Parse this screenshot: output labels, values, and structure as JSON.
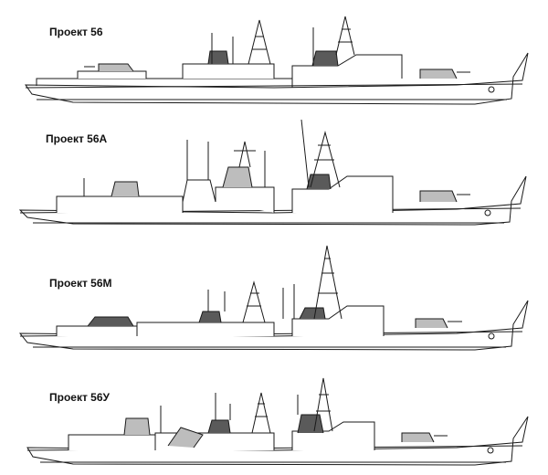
{
  "panels": [
    {
      "id": "p56",
      "title": "Проект 56"
    },
    {
      "id": "p56a",
      "title": "Проект 56А"
    },
    {
      "id": "p56m",
      "title": "Проект 56М"
    },
    {
      "id": "p56u",
      "title": "Проект 56У"
    }
  ],
  "colors": {
    "line": "#1a1a1a",
    "dark": "#5a5a5a",
    "mid": "#bdbdbd",
    "paper": "#ffffff"
  }
}
